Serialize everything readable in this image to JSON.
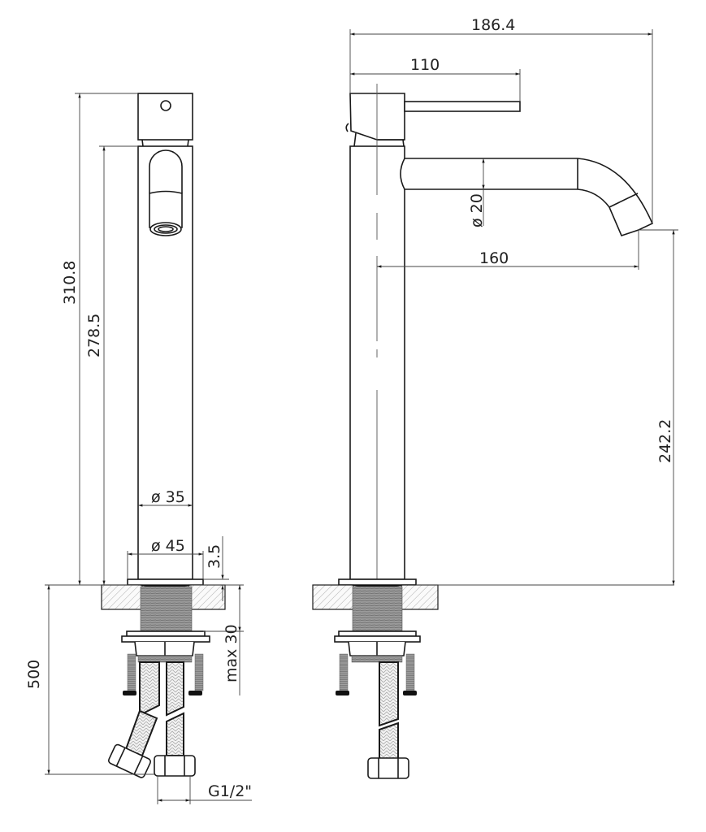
{
  "drawing": {
    "subject": "Tall basin mixer faucet technical drawing",
    "views": [
      "front-view",
      "side-view"
    ],
    "line_color": "#1a1a1a",
    "background": "#ffffff"
  },
  "dimensions": {
    "overall_height": "310.8",
    "body_height": "278.5",
    "body_diameter": "ø 35",
    "base_diameter": "ø 45",
    "base_thickness": "3.5",
    "max_deck_thickness": "max 30",
    "hose_length": "500",
    "hose_connection": "G1/2\"",
    "overall_reach": "186.4",
    "handle_length": "110",
    "spout_diameter": "ø 20",
    "spout_reach": "160",
    "spout_outlet_height": "242.2"
  }
}
